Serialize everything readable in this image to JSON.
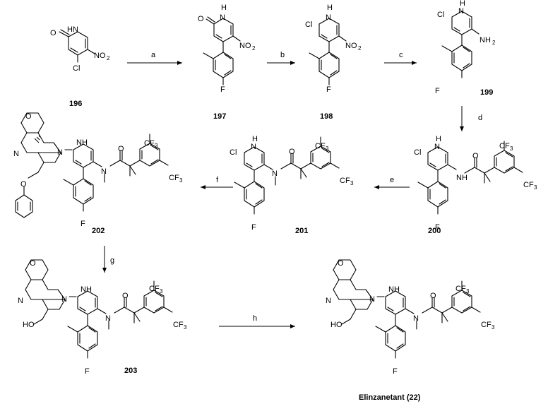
{
  "compounds": {
    "c196": "196",
    "c197": "197",
    "c198": "198",
    "c199": "199",
    "c200": "200",
    "c201": "201",
    "c202": "202",
    "c203": "203",
    "final": "Elinzanetant (22)"
  },
  "steps": {
    "a": "a",
    "b": "b",
    "c": "c",
    "d": "d",
    "e": "e",
    "f": "f",
    "g": "g",
    "h": "h"
  },
  "atoms": {
    "O": "O",
    "H": "H",
    "N": "N",
    "Cl": "Cl",
    "F": "F",
    "NO": "NO",
    "NH": "NH",
    "HO": "HO",
    "CF": "CF",
    "two": "2",
    "three": "3"
  }
}
